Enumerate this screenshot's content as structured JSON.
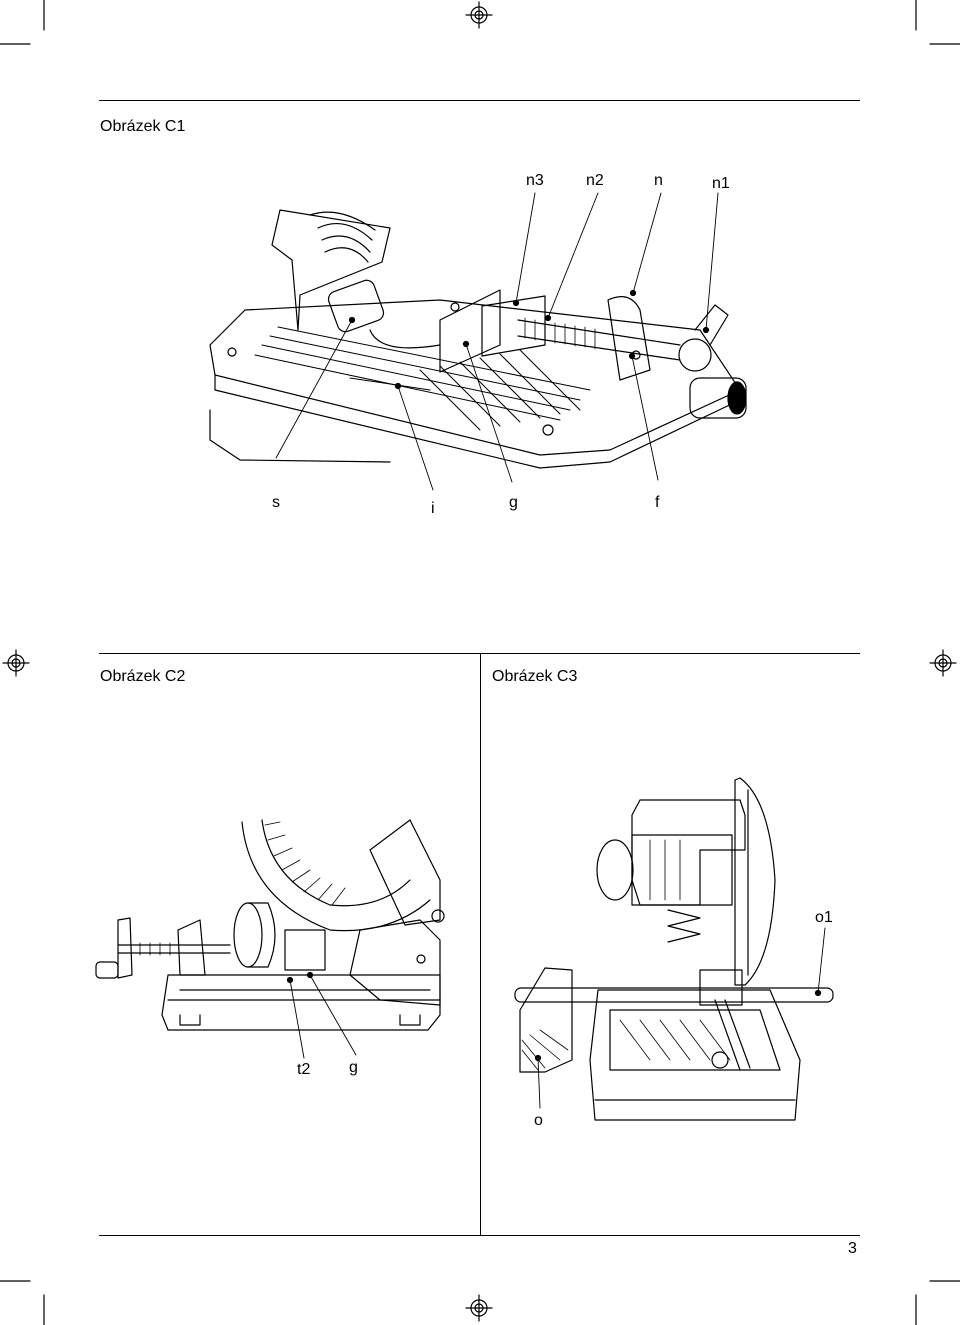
{
  "figures": {
    "c1": {
      "title": "Obrázek C1",
      "labels_top": [
        "n3",
        "n2",
        "n",
        "n1"
      ],
      "labels_bottom": [
        "s",
        "i",
        "g",
        "f"
      ]
    },
    "c2": {
      "title": "Obrázek C2",
      "labels": [
        "t2",
        "g"
      ]
    },
    "c3": {
      "title": "Obrázek C3",
      "labels": [
        "o1",
        "o"
      ]
    }
  },
  "footer": {
    "page_number": "3"
  }
}
